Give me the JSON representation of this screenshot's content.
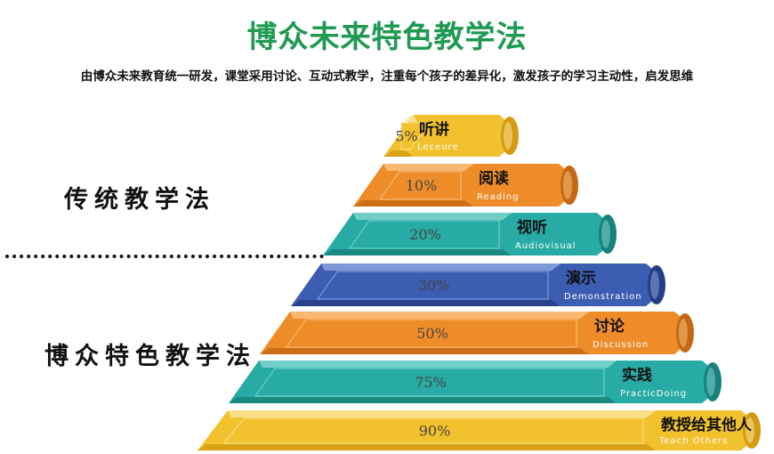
{
  "title": "博众未来特色教学法",
  "subtitle": "由博众未来教育统一研发，课堂采用讨论、互动式教学，注重每个孩子的差异化，激发孩子的学习主动性，启发思维",
  "side_labels": {
    "traditional": "传统教学法",
    "bozhong": "博众特色教学法"
  },
  "levels": [
    {
      "pct": "5%",
      "cn": "听讲",
      "en": "Leceure",
      "color": "#f2c12e",
      "dark": "#d49b12",
      "light": "#fbe39a"
    },
    {
      "pct": "10%",
      "cn": "阅读",
      "en": "Reading",
      "color": "#ee8c2a",
      "dark": "#c46813",
      "light": "#f8c07c"
    },
    {
      "pct": "20%",
      "cn": "视听",
      "en": "Audiovisual",
      "color": "#27aba4",
      "dark": "#17827c",
      "light": "#7fd4cf"
    },
    {
      "pct": "30%",
      "cn": "演示",
      "en": "Demonstration",
      "color": "#3c5db2",
      "dark": "#243d86",
      "light": "#8aa2dc"
    },
    {
      "pct": "50%",
      "cn": "讨论",
      "en": "Discussion",
      "color": "#ee8c2a",
      "dark": "#c46813",
      "light": "#f8c07c"
    },
    {
      "pct": "75%",
      "cn": "实践",
      "en": "PracticDoing",
      "color": "#27aba4",
      "dark": "#17827c",
      "light": "#7fd4cf"
    },
    {
      "pct": "90%",
      "cn": "教授给其他人",
      "en": "Teach Others",
      "color": "#f2c12e",
      "dark": "#d49b12",
      "light": "#fbe39a"
    }
  ]
}
